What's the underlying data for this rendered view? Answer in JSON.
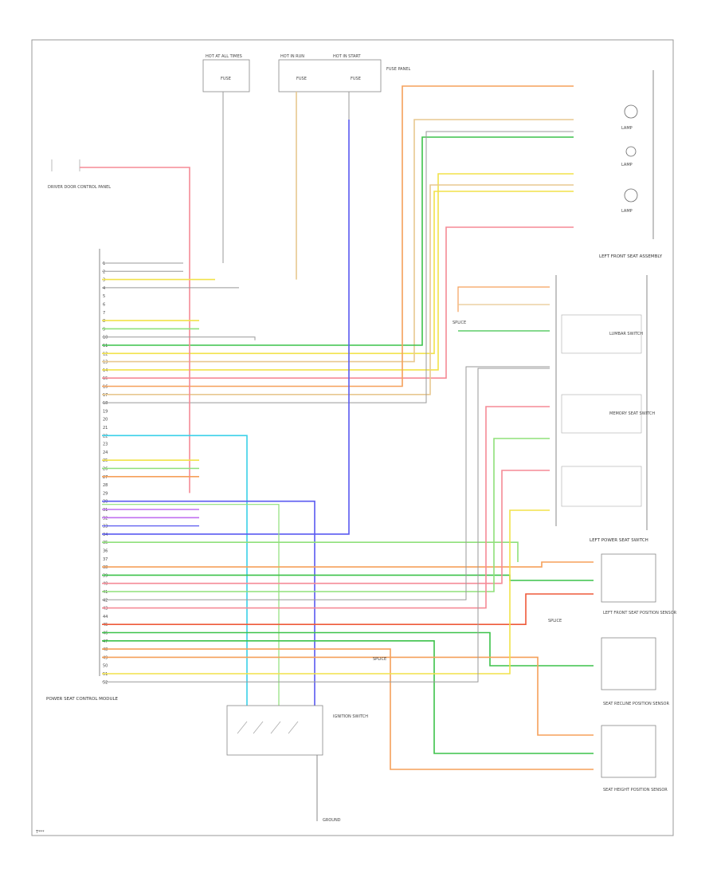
{
  "diagram": {
    "footer_code": "T*** ",
    "fuse_boxes": [
      {
        "title": "HOT AT ALL TIMES",
        "fuse": "FUSE"
      },
      {
        "title": "HOT IN RUN",
        "fuse": "FUSE"
      },
      {
        "title": "HOT IN START",
        "fuse": "FUSE"
      }
    ],
    "ignition_switch_label": "IGNITION SWITCH",
    "module_label": "POWER SEAT CONTROL MODULE",
    "driver_memory_label": "DRIVER DOOR CONTROL PANEL",
    "left_seat_switch_label": "LEFT POWER SEAT SWITCH",
    "left_seat_switch_sub": "LEFT FRONT SEAT ASSEMBLY",
    "lumbar_switch_label": "LUMBAR SWITCH",
    "memory_switch_label": "MEMORY SEAT SWITCH",
    "ground_label": "GROUND",
    "lamp_labels": [
      "LAMP",
      "LAMP",
      "LAMP"
    ],
    "sensor_labels": [
      "LEFT FRONT SEAT POSITION SENSOR",
      "SEAT RECLINE POSITION SENSOR",
      "SEAT HEIGHT POSITION SENSOR"
    ],
    "fuse_panel_label": "FUSE PANEL",
    "splice_labels": [
      "SPLICE",
      "SPLICE",
      "SPLICE"
    ],
    "pin_labels": [
      "1",
      "2",
      "3",
      "4",
      "5",
      "6",
      "7",
      "8",
      "9",
      "10",
      "11",
      "12",
      "13",
      "14",
      "15",
      "16",
      "17",
      "18",
      "19",
      "20",
      "21",
      "22",
      "23",
      "24",
      "25",
      "26",
      "27",
      "28",
      "29",
      "30",
      "31",
      "32",
      "33",
      "34",
      "35",
      "36",
      "37",
      "38",
      "39",
      "40",
      "41",
      "42",
      "43",
      "44",
      "45",
      "46",
      "47",
      "48",
      "49",
      "50",
      "51",
      "52"
    ],
    "wire_colors": {
      "orange": "#f5a05a",
      "pink": "#f58a96",
      "green": "#3cc24a",
      "yellow": "#f2e24a",
      "ltgreen": "#8fe07a",
      "blue": "#5a5af0",
      "cyan": "#3ad0e8",
      "violet": "#c070f0",
      "red": "#ee5a3a",
      "tan": "#e8c890",
      "gray": "#999999",
      "brown": "#a07040"
    }
  }
}
